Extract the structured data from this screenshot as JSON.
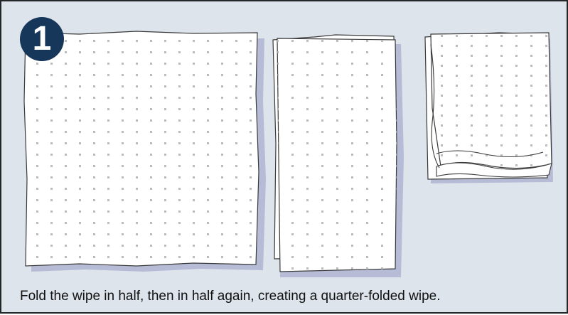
{
  "step": {
    "number": "1"
  },
  "caption": {
    "text": "Fold the wipe in half, then in half again, creating a quarter-folded wipe."
  },
  "colors": {
    "panel_background": "#dde4ec",
    "badge": "#17375a",
    "sheet": "#ffffff",
    "sheet_shadow": "#b6bcd6",
    "dots": "#bcbcbc",
    "outline": "#3a3a3a"
  },
  "illustrations": [
    {
      "name": "unfolded-wipe"
    },
    {
      "name": "half-folded-wipe"
    },
    {
      "name": "quarter-folded-wipe"
    }
  ]
}
